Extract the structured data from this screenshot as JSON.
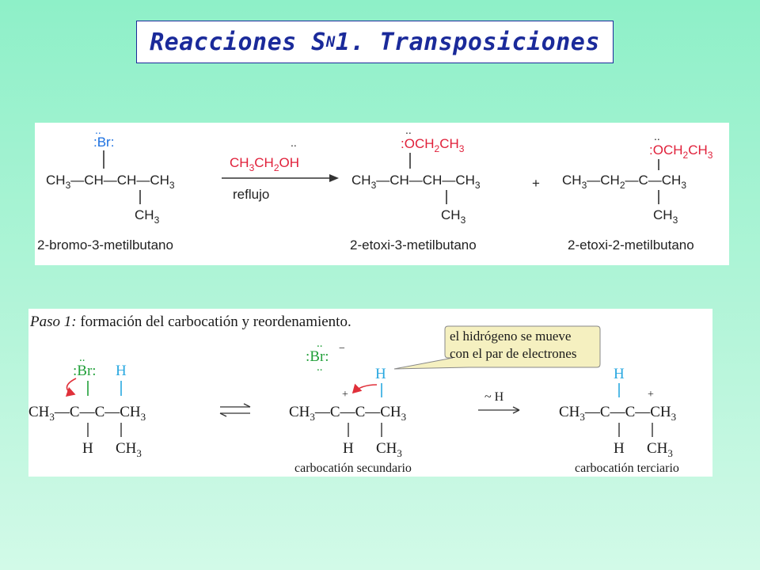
{
  "title": {
    "text_before": "Reacciones S",
    "subscript": "N",
    "text_after": "1. Transposiciones"
  },
  "colors": {
    "title": "#1a2a9a",
    "reagent": "#e0203a",
    "oxygen_red": "#e0203a",
    "bromine_blue": "#1a6fe0",
    "hydrogen_cyan": "#2aa8e0",
    "bromine_green": "#22a03a",
    "callout_fill": "#f5f0c0"
  },
  "reaction": {
    "reagent_label": "CH3CH2OH",
    "condition_label": "reflujo",
    "plus_sign": "+",
    "reactant_name": "2-bromo-3-metilbutano",
    "product1_name": "2-etoxi-3-metilbutano",
    "product2_name": "2-etoxi-2-metilbutano"
  },
  "mechanism": {
    "step_label": "Paso 1:",
    "step_text": "formación del carbocatión y reordenamiento.",
    "callout_line1": "el hidrógeno se mueve",
    "callout_line2": "con el par de electrones",
    "shift_label": "~ H",
    "secondary_label": "carbocatión secundario",
    "tertiary_label": "carbocatión terciario"
  }
}
